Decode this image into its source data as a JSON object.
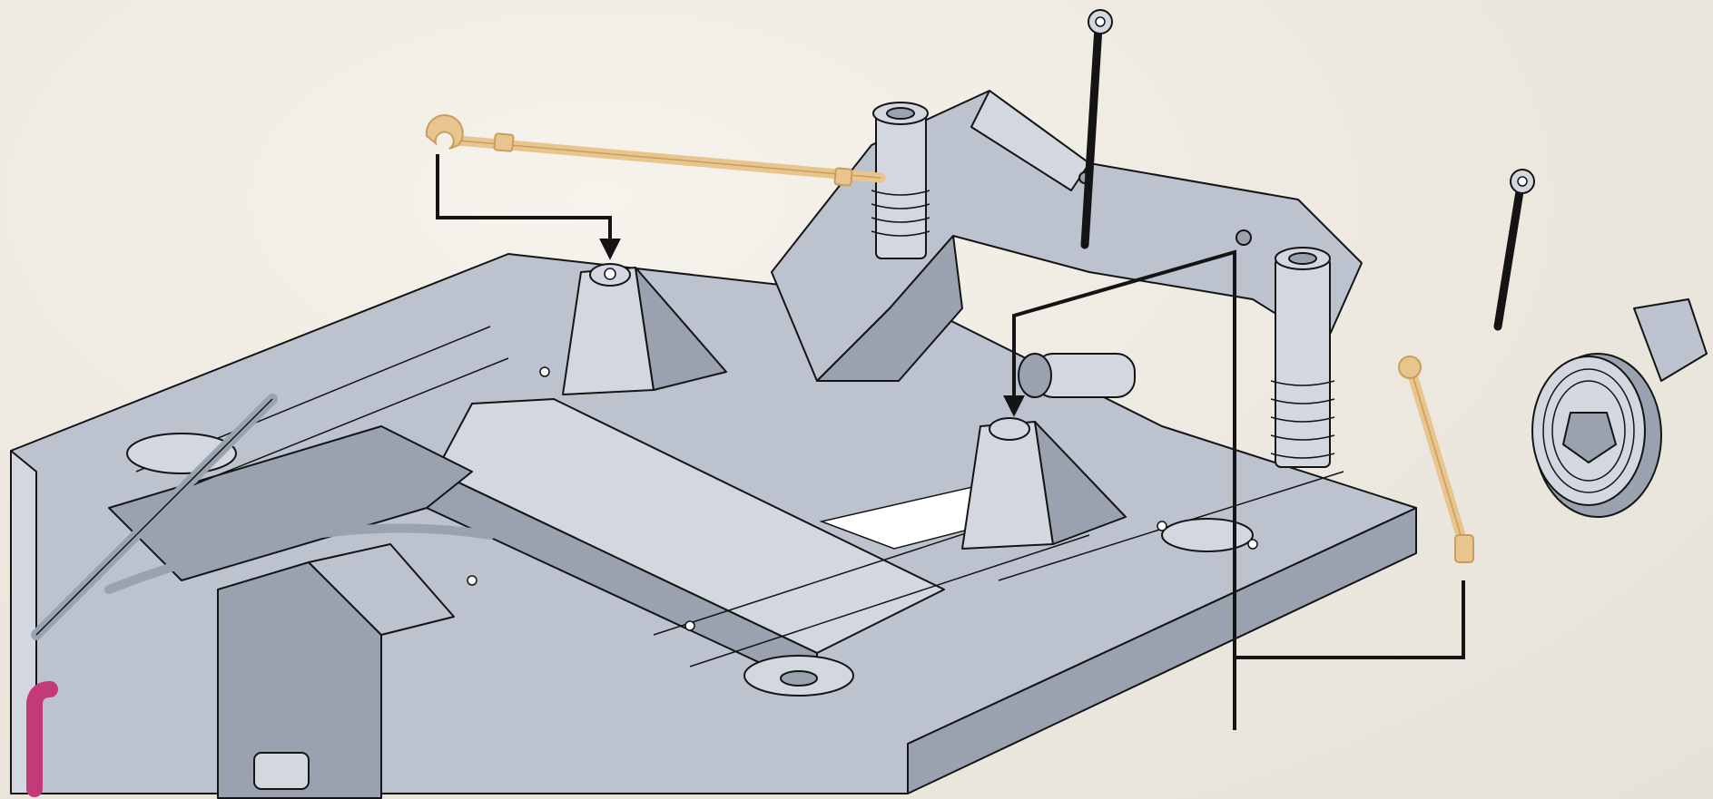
{
  "illustration": {
    "background_color": "#ece8df",
    "chassis_color": "#bcc3cf",
    "chassis_dark": "#9aa2b0",
    "chassis_light": "#d3d8e0",
    "outline_color": "#141414",
    "highlight_link_color": "#e8c48e",
    "highlight_link_shade": "#c99d5c",
    "hose_color": "#c23a78",
    "arrow_color": "#141414"
  },
  "callouts": [
    {
      "from": "rear-left-stabilizer-link",
      "to": "left-bracket-mount"
    },
    {
      "from": "rear-right-stabilizer-link",
      "to": "right-bracket-mount"
    }
  ]
}
